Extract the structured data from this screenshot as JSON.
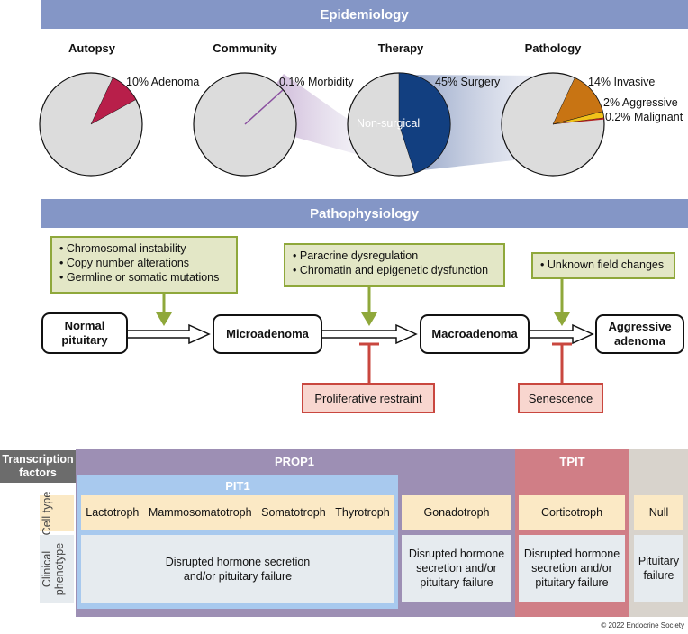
{
  "epidemiology": {
    "title": "Epidemiology",
    "pies": [
      {
        "title": "Autopsy",
        "labels": [
          "10% Adenoma"
        ]
      },
      {
        "title": "Community",
        "labels": [
          "0.1% Morbidity"
        ]
      },
      {
        "title": "Therapy",
        "labels": [
          "45% Surgery",
          "Non-surgical"
        ]
      },
      {
        "title": "Pathology",
        "labels": [
          "14% Invasive",
          "2% Aggressive",
          "0.2% Malignant"
        ]
      }
    ],
    "fractions": {
      "autopsy": 0.1,
      "community": 0.001,
      "therapy": 0.45,
      "invasive": 0.14,
      "aggressive": 0.02,
      "malignant": 0.002
    },
    "colors": {
      "pie_bg": "#dcdcdc",
      "adenoma": "#b81f4a",
      "morbidity": "#8a4fa0",
      "surgery": "#123f80",
      "invasive": "#c87413",
      "aggressive": "#f2c21a",
      "banner": "#8496c6"
    }
  },
  "pathophysiology": {
    "title": "Pathophysiology",
    "stages": [
      "Normal pituitary",
      "Microadenoma",
      "Macroadenoma",
      "Aggressive adenoma"
    ],
    "drivers": [
      [
        "Chromosomal instability",
        "Copy number alterations",
        "Germline or somatic mutations"
      ],
      [
        "Paracrine dysregulation",
        "Chromatin and epigenetic dysfunction"
      ],
      [
        "Unknown field changes"
      ]
    ],
    "restraints": [
      "Proliferative restraint",
      "Senescence"
    ],
    "bullet": "•"
  },
  "transcription": {
    "label": "Transcription factors",
    "prop1": "PROP1",
    "pit1": "PIT1",
    "tpit": "TPIT",
    "row_cell": "Cell type",
    "row_clinical": "Clinical phenotype",
    "pit1_cells": [
      "Lactotroph",
      "Mammosomatotroph",
      "Somatotroph",
      "Thyrotroph"
    ],
    "gonadotroph": "Gonadotroph",
    "corticotroph": "Corticotroph",
    "null": "Null",
    "pheno_pit1": "Disrupted hormone secretion and/or pituitary failure",
    "pheno_gonado": "Disrupted hormone secretion and/or pituitary failure",
    "pheno_cortico": "Disrupted hormone secretion and/or pituitary failure",
    "pheno_null": "Pituitary failure"
  },
  "copyright": "© 2022 Endocrine Society"
}
